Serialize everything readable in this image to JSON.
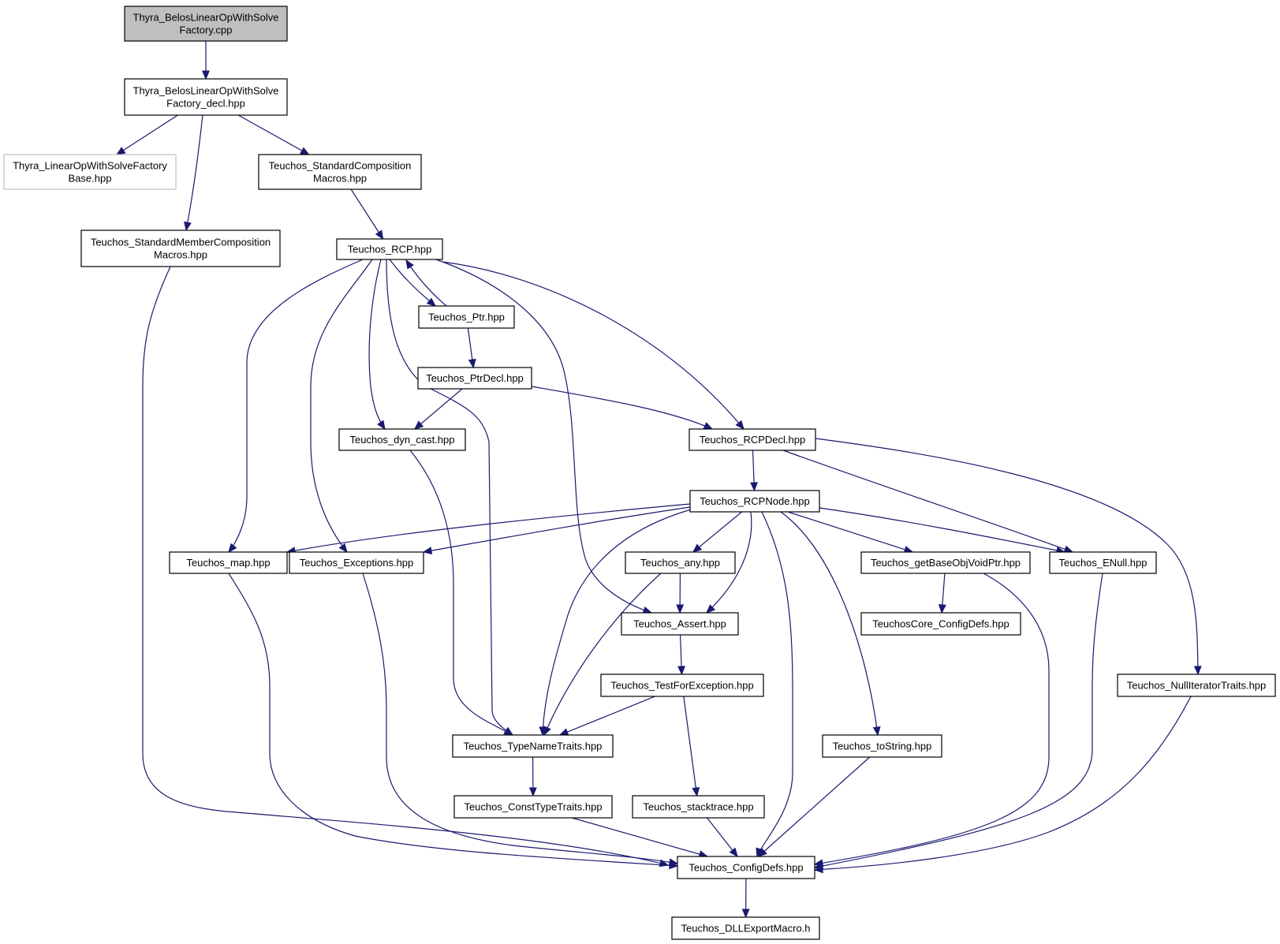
{
  "diagram": {
    "title": "",
    "colors": {
      "edge": "#191970",
      "root_fill": "#bfbfbf",
      "node_fill": "#ffffff",
      "node_border": "#000000",
      "external_border": "#bfbfbf"
    },
    "nodes": {
      "root": {
        "lines": [
          "Thyra_BelosLinearOpWithSolve",
          "Factory.cpp"
        ]
      },
      "decl": {
        "lines": [
          "Thyra_BelosLinearOpWithSolve",
          "Factory_decl.hpp"
        ]
      },
      "lowsfb": {
        "lines": [
          "Thyra_LinearOpWithSolveFactory",
          "Base.hpp"
        ]
      },
      "stdcomp": {
        "lines": [
          "Teuchos_StandardComposition",
          "Macros.hpp"
        ]
      },
      "stdmember": {
        "lines": [
          "Teuchos_StandardMemberComposition",
          "Macros.hpp"
        ]
      },
      "rcp": {
        "lines": [
          "Teuchos_RCP.hpp"
        ]
      },
      "ptr": {
        "lines": [
          "Teuchos_Ptr.hpp"
        ]
      },
      "ptrdecl": {
        "lines": [
          "Teuchos_PtrDecl.hpp"
        ]
      },
      "dyncast": {
        "lines": [
          "Teuchos_dyn_cast.hpp"
        ]
      },
      "rcpdecl": {
        "lines": [
          "Teuchos_RCPDecl.hpp"
        ]
      },
      "rcpnode": {
        "lines": [
          "Teuchos_RCPNode.hpp"
        ]
      },
      "map": {
        "lines": [
          "Teuchos_map.hpp"
        ]
      },
      "exceptions": {
        "lines": [
          "Teuchos_Exceptions.hpp"
        ]
      },
      "any": {
        "lines": [
          "Teuchos_any.hpp"
        ]
      },
      "getbase": {
        "lines": [
          "Teuchos_getBaseObjVoidPtr.hpp"
        ]
      },
      "enull": {
        "lines": [
          "Teuchos_ENull.hpp"
        ]
      },
      "assert": {
        "lines": [
          "Teuchos_Assert.hpp"
        ]
      },
      "coreconfig": {
        "lines": [
          "TeuchosCore_ConfigDefs.hpp"
        ]
      },
      "testfor": {
        "lines": [
          "Teuchos_TestForException.hpp"
        ]
      },
      "nulliter": {
        "lines": [
          "Teuchos_NullIteratorTraits.hpp"
        ]
      },
      "typename": {
        "lines": [
          "Teuchos_TypeNameTraits.hpp"
        ]
      },
      "tostring": {
        "lines": [
          "Teuchos_toString.hpp"
        ]
      },
      "consttype": {
        "lines": [
          "Teuchos_ConstTypeTraits.hpp"
        ]
      },
      "stacktrace": {
        "lines": [
          "Teuchos_stacktrace.hpp"
        ]
      },
      "configdefs": {
        "lines": [
          "Teuchos_ConfigDefs.hpp"
        ]
      },
      "dllexport": {
        "lines": [
          "Teuchos_DLLExportMacro.h"
        ]
      }
    },
    "edges": [
      [
        "root",
        "decl"
      ],
      [
        "decl",
        "lowsfb"
      ],
      [
        "decl",
        "stdcomp"
      ],
      [
        "decl",
        "stdmember"
      ],
      [
        "stdcomp",
        "rcp"
      ],
      [
        "stdmember",
        "configdefs"
      ],
      [
        "rcp",
        "ptr"
      ],
      [
        "ptr",
        "rcp"
      ],
      [
        "rcp",
        "map"
      ],
      [
        "rcp",
        "exceptions"
      ],
      [
        "rcp",
        "dyncast"
      ],
      [
        "rcp",
        "typename"
      ],
      [
        "rcp",
        "assert"
      ],
      [
        "rcp",
        "rcpdecl"
      ],
      [
        "ptr",
        "ptrdecl"
      ],
      [
        "ptrdecl",
        "dyncast"
      ],
      [
        "ptrdecl",
        "rcpdecl"
      ],
      [
        "dyncast",
        "typename"
      ],
      [
        "rcpdecl",
        "rcpnode"
      ],
      [
        "rcpdecl",
        "enull"
      ],
      [
        "rcpdecl",
        "nulliter"
      ],
      [
        "rcpnode",
        "map"
      ],
      [
        "rcpnode",
        "exceptions"
      ],
      [
        "rcpnode",
        "any"
      ],
      [
        "rcpnode",
        "getbase"
      ],
      [
        "rcpnode",
        "enull"
      ],
      [
        "rcpnode",
        "assert"
      ],
      [
        "rcpnode",
        "typename"
      ],
      [
        "rcpnode",
        "tostring"
      ],
      [
        "rcpnode",
        "configdefs"
      ],
      [
        "any",
        "assert"
      ],
      [
        "any",
        "typename"
      ],
      [
        "assert",
        "testfor"
      ],
      [
        "testfor",
        "typename"
      ],
      [
        "testfor",
        "stacktrace"
      ],
      [
        "getbase",
        "coreconfig"
      ],
      [
        "getbase",
        "configdefs"
      ],
      [
        "typename",
        "consttype"
      ],
      [
        "consttype",
        "configdefs"
      ],
      [
        "stacktrace",
        "configdefs"
      ],
      [
        "tostring",
        "configdefs"
      ],
      [
        "map",
        "configdefs"
      ],
      [
        "exceptions",
        "configdefs"
      ],
      [
        "enull",
        "configdefs"
      ],
      [
        "nulliter",
        "configdefs"
      ],
      [
        "configdefs",
        "dllexport"
      ]
    ]
  }
}
